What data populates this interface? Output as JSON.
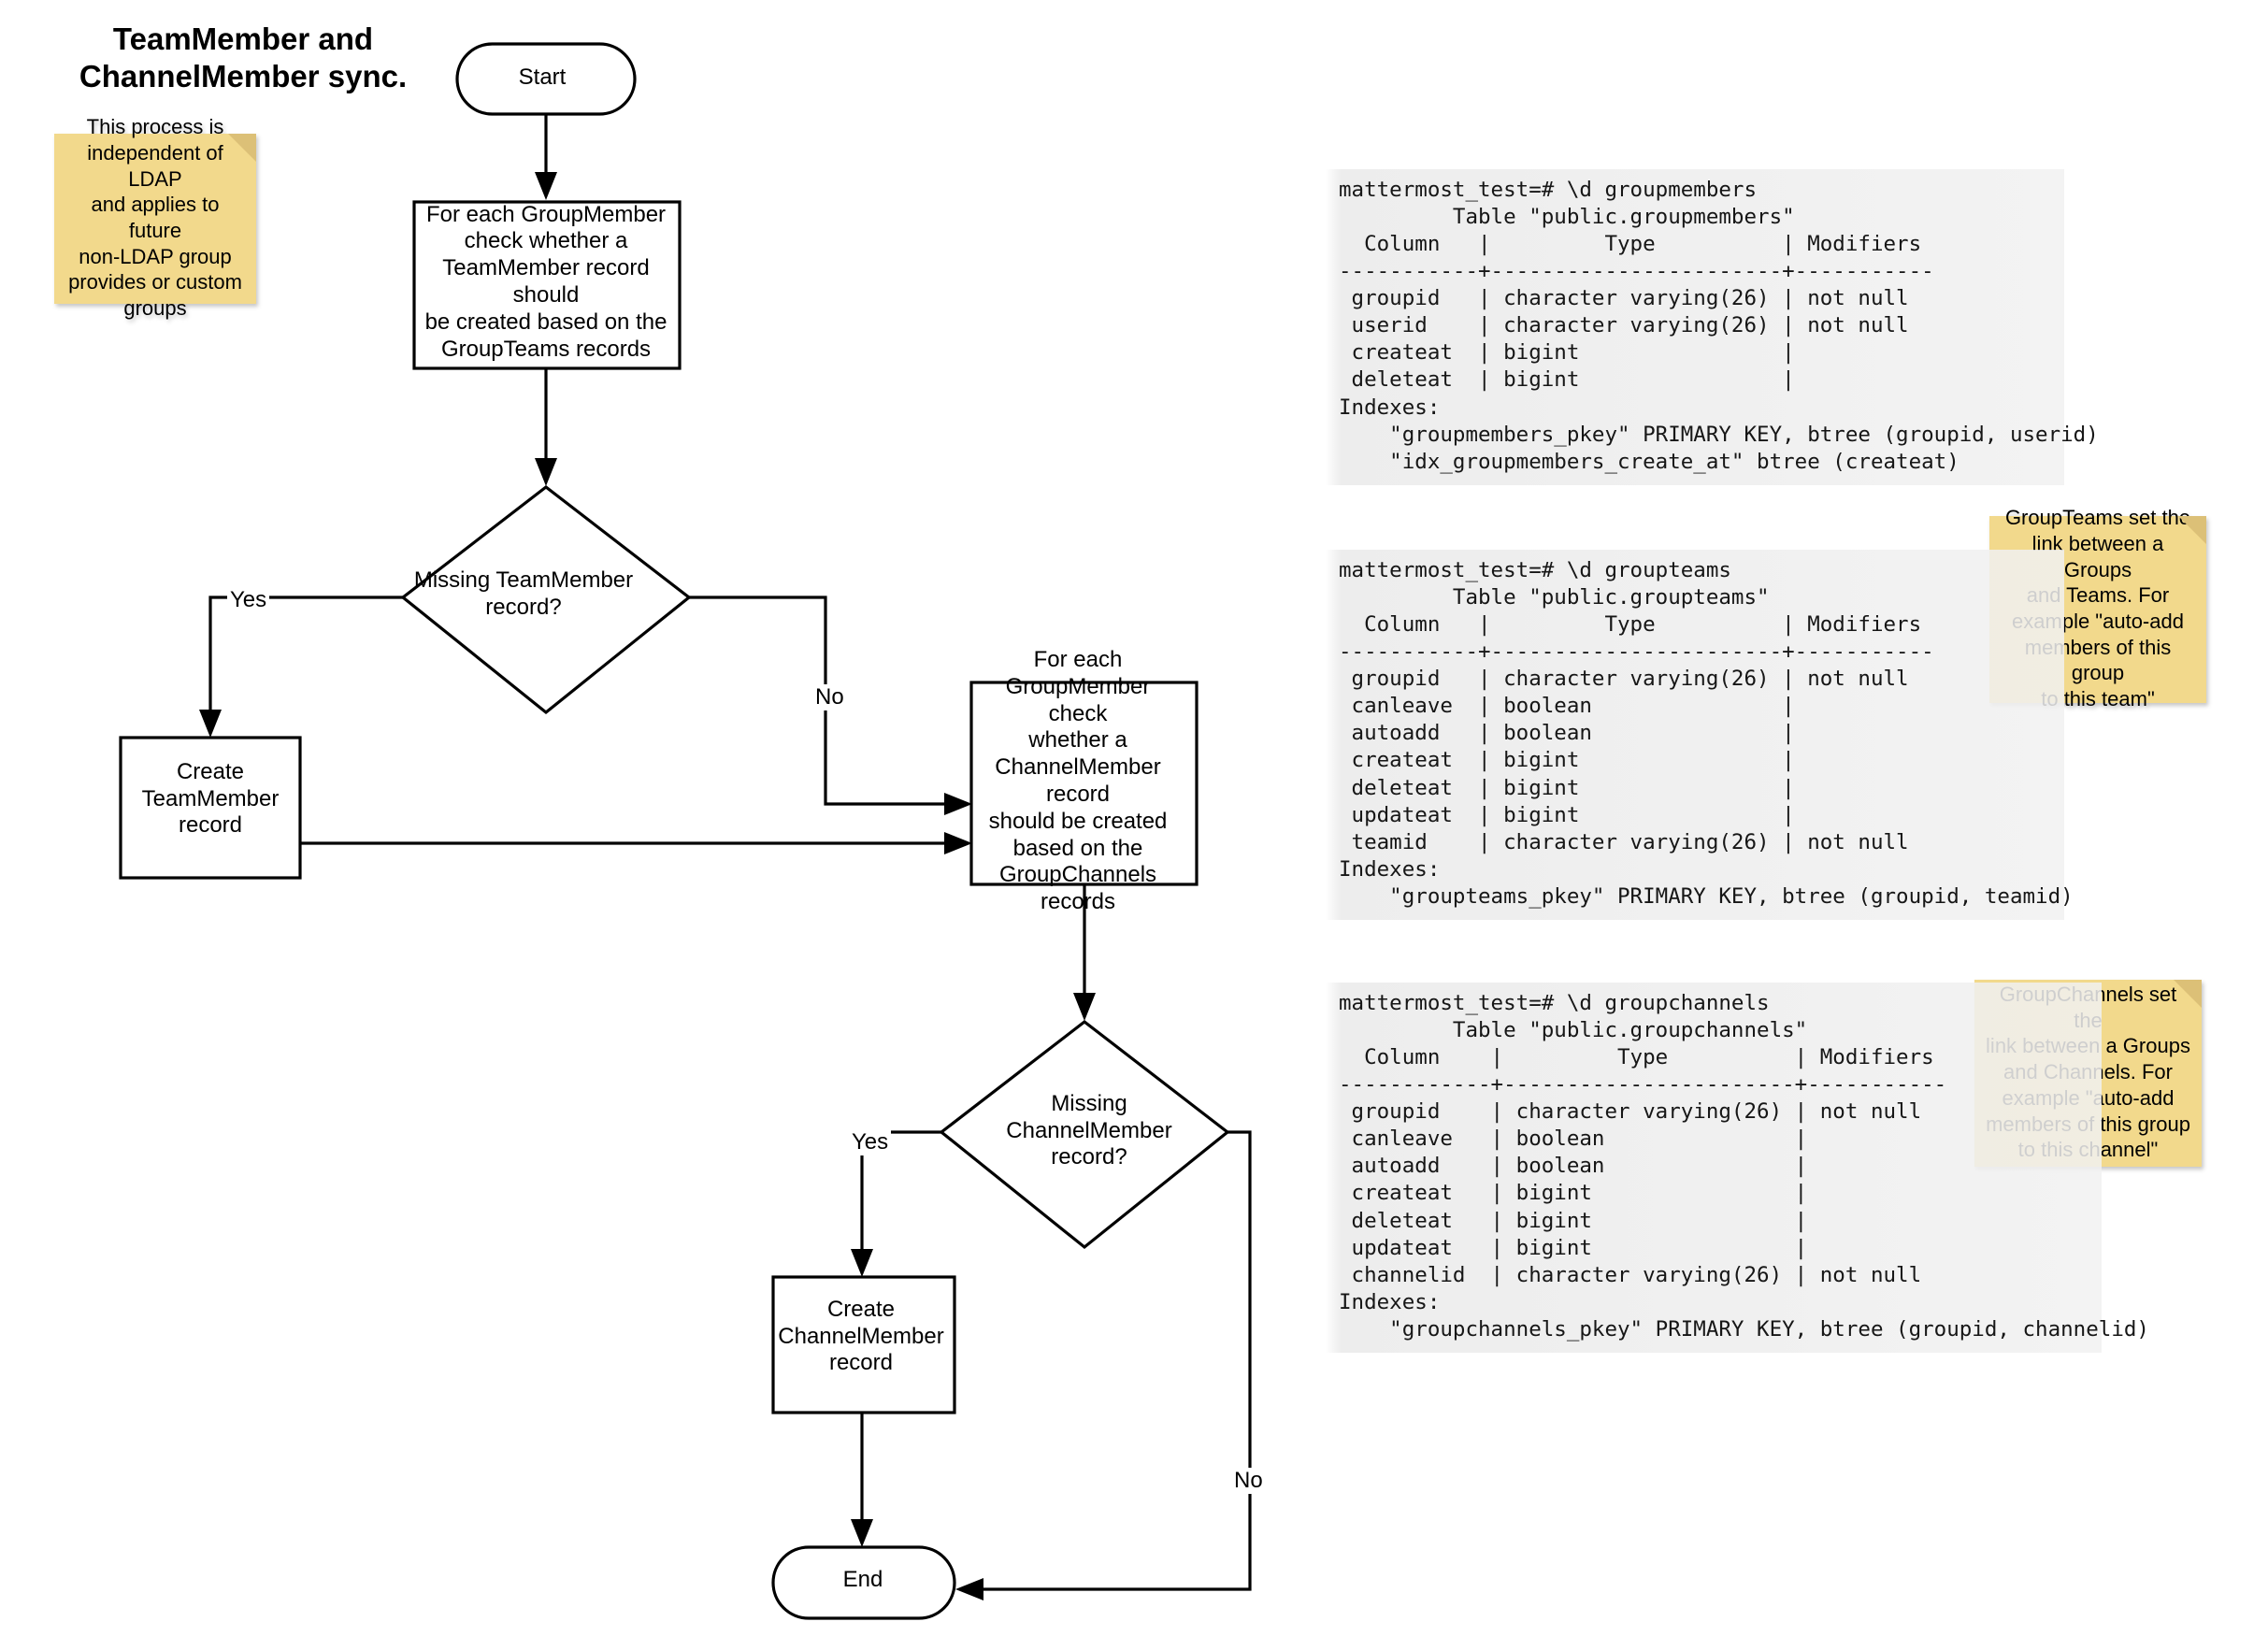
{
  "title": "TeamMember and\nChannelMember sync.",
  "flowchart": {
    "nodes": {
      "start": "Start",
      "process_teammember_check": "For each GroupMember\ncheck whether a\nTeamMember record should\nbe created based on the\nGroupTeams records",
      "decision_missing_teammember": "Missing TeamMember\nrecord?",
      "create_teammember": "Create\nTeamMember\nrecord",
      "process_channelmember_check": "For each\nGroupMember check\nwhether a\nChannelMember record\nshould be created\nbased on the\nGroupChannels\nrecords",
      "decision_missing_channelmember": "Missing\nChannelMember\nrecord?",
      "create_channelmember": "Create\nChannelMember\nrecord",
      "end": "End"
    },
    "edge_labels": {
      "teammember_yes": "Yes",
      "teammember_no": "No",
      "channelmember_yes": "Yes",
      "channelmember_no": "No"
    }
  },
  "sticky_notes": {
    "ldap": "This process is\nindependent of LDAP\nand applies to future\nnon-LDAP group\nprovides or custom\ngroups",
    "groupteams": "GroupTeams set the\nlink between a Groups\nand Teams. For\nexample \"auto-add\nmembers of this group\nto this team\"",
    "groupchannels": "GroupChannels set the\nlink between a Groups\nand Channels. For\nexample \"auto-add\nmembers of this group\nto this channel\""
  },
  "terminal_blocks": {
    "groupmembers": "mattermost_test=# \\d groupmembers\n         Table \"public.groupmembers\"\n  Column   |         Type          | Modifiers\n-----------+-----------------------+-----------\n groupid   | character varying(26) | not null\n userid    | character varying(26) | not null\n createat  | bigint                |\n deleteat  | bigint                |\nIndexes:\n    \"groupmembers_pkey\" PRIMARY KEY, btree (groupid, userid)\n    \"idx_groupmembers_create_at\" btree (createat)",
    "groupteams": "mattermost_test=# \\d groupteams\n         Table \"public.groupteams\"\n  Column   |         Type          | Modifiers\n-----------+-----------------------+-----------\n groupid   | character varying(26) | not null\n canleave  | boolean               |\n autoadd   | boolean               |\n createat  | bigint                |\n deleteat  | bigint                |\n updateat  | bigint                |\n teamid    | character varying(26) | not null\nIndexes:\n    \"groupteams_pkey\" PRIMARY KEY, btree (groupid, teamid)",
    "groupchannels": "mattermost_test=# \\d groupchannels\n         Table \"public.groupchannels\"\n  Column    |         Type          | Modifiers\n------------+-----------------------+-----------\n groupid    | character varying(26) | not null\n canleave   | boolean               |\n autoadd    | boolean               |\n createat   | bigint                |\n deleteat   | bigint                |\n updateat   | bigint                |\n channelid  | character varying(26) | not null\nIndexes:\n    \"groupchannels_pkey\" PRIMARY KEY, btree (groupid, channelid)"
  },
  "colors": {
    "sticky_fill": "#f2d98c",
    "sticky_fold": "#dcc077",
    "stroke": "#000000",
    "terminal_bg": "#ececec"
  }
}
